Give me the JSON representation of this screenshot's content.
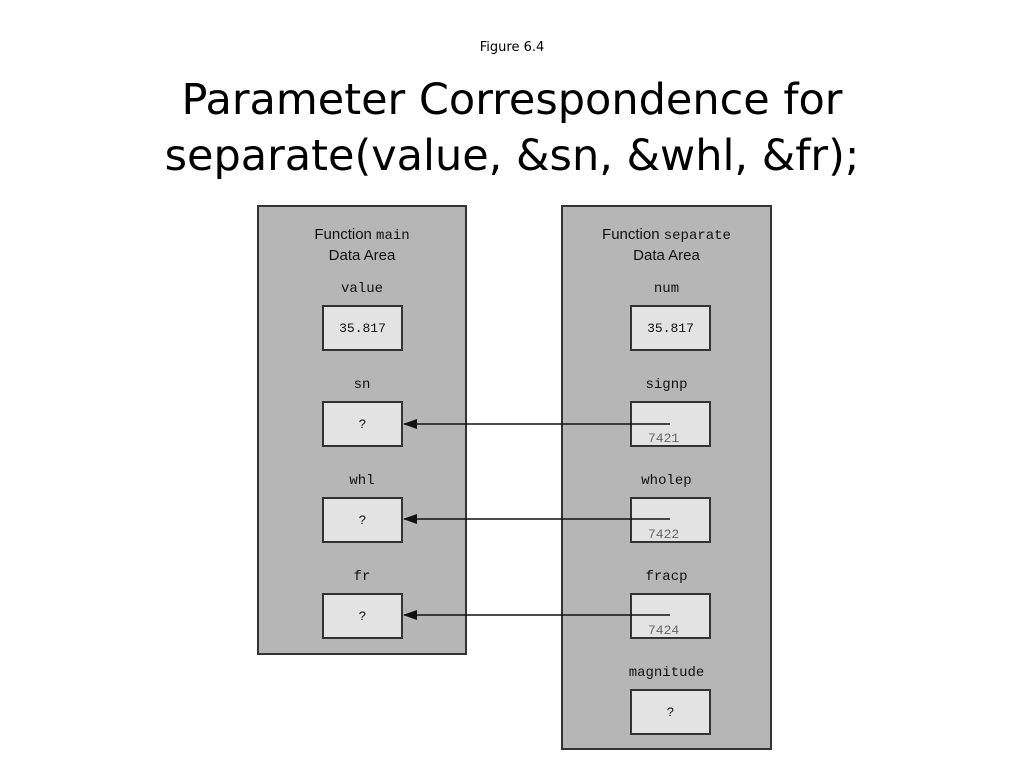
{
  "caption": "Figure 6.4",
  "title": {
    "line1": "Parameter Correspondence for",
    "line2": "separate(value, &sn, &whl, &fr);"
  },
  "main_area": {
    "heading_prefix": "Function ",
    "heading_name": "main",
    "heading_suffix": "Data Area",
    "variables": [
      {
        "label": "value",
        "value": "35.817"
      },
      {
        "label": "sn",
        "value": "?"
      },
      {
        "label": "whl",
        "value": "?"
      },
      {
        "label": "fr",
        "value": "?"
      }
    ]
  },
  "separate_area": {
    "heading_prefix": "Function ",
    "heading_name": "separate",
    "heading_suffix": "Data Area",
    "variables": [
      {
        "label": "num",
        "value": "35.817",
        "address": ""
      },
      {
        "label": "signp",
        "value": "",
        "address": "7421"
      },
      {
        "label": "wholep",
        "value": "",
        "address": "7422"
      },
      {
        "label": "fracp",
        "value": "",
        "address": "7424"
      },
      {
        "label": "magnitude",
        "value": "?",
        "address": ""
      }
    ]
  },
  "arrows": [
    {
      "from": "signp",
      "to": "sn"
    },
    {
      "from": "wholep",
      "to": "whl"
    },
    {
      "from": "fracp",
      "to": "fr"
    }
  ]
}
